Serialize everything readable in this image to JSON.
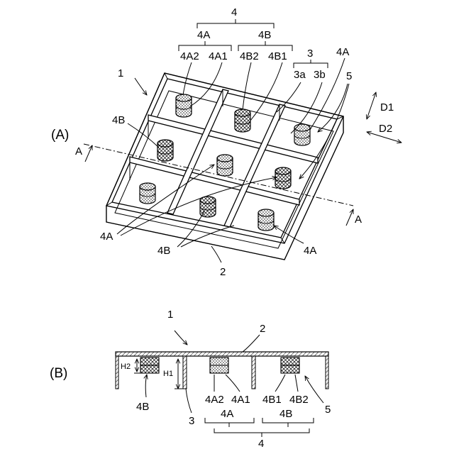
{
  "figure_a": {
    "panel_label": "(A)",
    "ref_tray": "1",
    "ref_base": "2",
    "ref_partition": "3",
    "ref_partition_a": "3a",
    "ref_partition_b": "3b",
    "ref_group": "4",
    "ref_group_a": "4A",
    "ref_group_b": "4B",
    "ref_a2": "4A2",
    "ref_a1": "4A1",
    "ref_b2": "4B2",
    "ref_b1": "4B1",
    "ref_4a_top_right": "4A",
    "ref_5": "5",
    "ref_4b_left": "4B",
    "ref_4a_bottom_left": "4A",
    "ref_4b_bottom": "4B",
    "ref_4a_bottom_right": "4A",
    "section_left": "A",
    "section_right": "A",
    "dir_d1": "D1",
    "dir_d2": "D2"
  },
  "figure_b": {
    "panel_label": "(B)",
    "ref_tray": "1",
    "ref_base": "2",
    "ref_h2": "H2",
    "ref_h1": "H1",
    "ref_4b": "4B",
    "ref_3": "3",
    "ref_a2": "4A2",
    "ref_a1": "4A1",
    "ref_b1": "4B1",
    "ref_b2": "4B2",
    "ref_5": "5",
    "ref_group_a": "4A",
    "ref_group_b": "4B",
    "ref_group": "4"
  }
}
